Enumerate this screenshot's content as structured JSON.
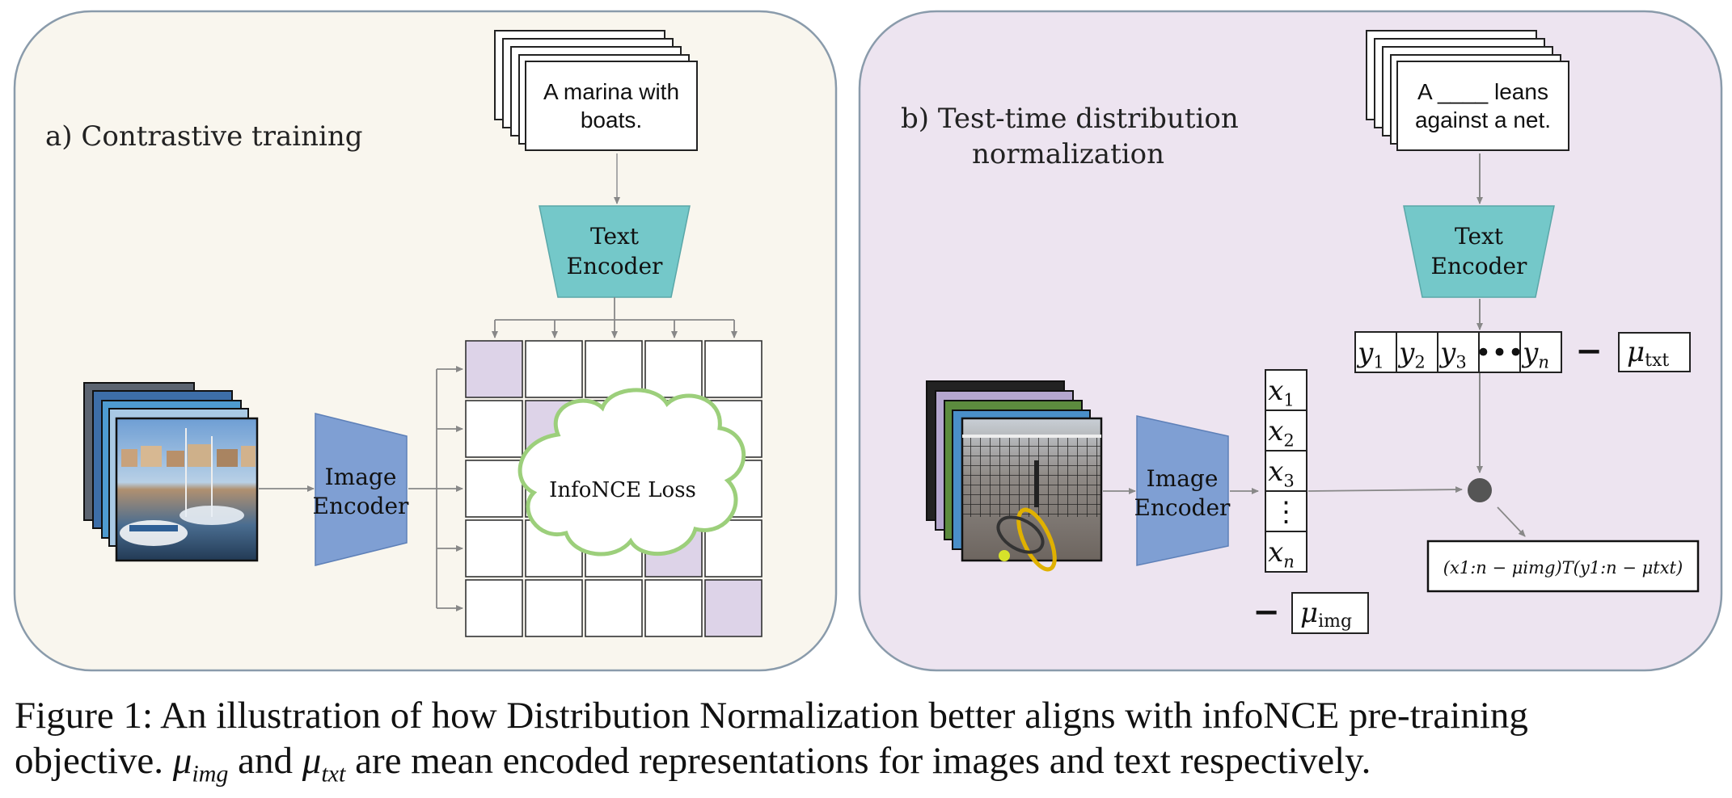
{
  "panel_a": {
    "title": "a) Contrastive training",
    "text_card": {
      "line1": "A marina with",
      "line2": "boats."
    },
    "text_encoder": {
      "line1": "Text",
      "line2": "Encoder"
    },
    "image_encoder": {
      "line1": "Image",
      "line2": "Encoder"
    },
    "loss_label": "InfoNCE Loss",
    "grid": {
      "rows": 5,
      "cols": 5
    },
    "colors": {
      "background": "#f9f6ee",
      "text_encoder": "#74c8c9",
      "image_encoder": "#7f9fd3",
      "diagonal": "#ddd3e8",
      "cloud_stroke": "#9ccf7b"
    }
  },
  "panel_b": {
    "title_line1": "b) Test-time distribution",
    "title_line2": "normalization",
    "text_card": {
      "line1": "A ____ leans",
      "line2": "against a net."
    },
    "text_encoder": {
      "line1": "Text",
      "line2": "Encoder"
    },
    "image_encoder": {
      "line1": "Image",
      "line2": "Encoder"
    },
    "text_embeddings": {
      "cells": [
        "y",
        "y",
        "y",
        "•••",
        "y"
      ],
      "subs": [
        "1",
        "2",
        "3",
        "",
        "n"
      ]
    },
    "mu_txt": {
      "base": "μ",
      "sub": "txt"
    },
    "image_embeddings": {
      "cells": [
        "x",
        "x",
        "x",
        "⋮",
        "x"
      ],
      "subs": [
        "1",
        "2",
        "3",
        "",
        "n"
      ]
    },
    "mu_img": {
      "base": "μ",
      "sub": "img"
    },
    "minus": "−",
    "formula": "(x1:n − μimg)T(y1:n − μtxt)",
    "colors": {
      "background": "#ede4f0",
      "text_encoder": "#74c8c9",
      "image_encoder": "#7f9fd3",
      "dot": "#555555"
    }
  },
  "caption": {
    "line1": "Figure 1: An illustration of how Distribution Normalization better aligns with infoNCE pre-training",
    "line2_a": "objective. ",
    "mu": "μ",
    "sub_img": "img",
    "line2_b": " and ",
    "sub_txt": "txt",
    "line2_c": " are mean encoded representations for images and text respectively."
  }
}
